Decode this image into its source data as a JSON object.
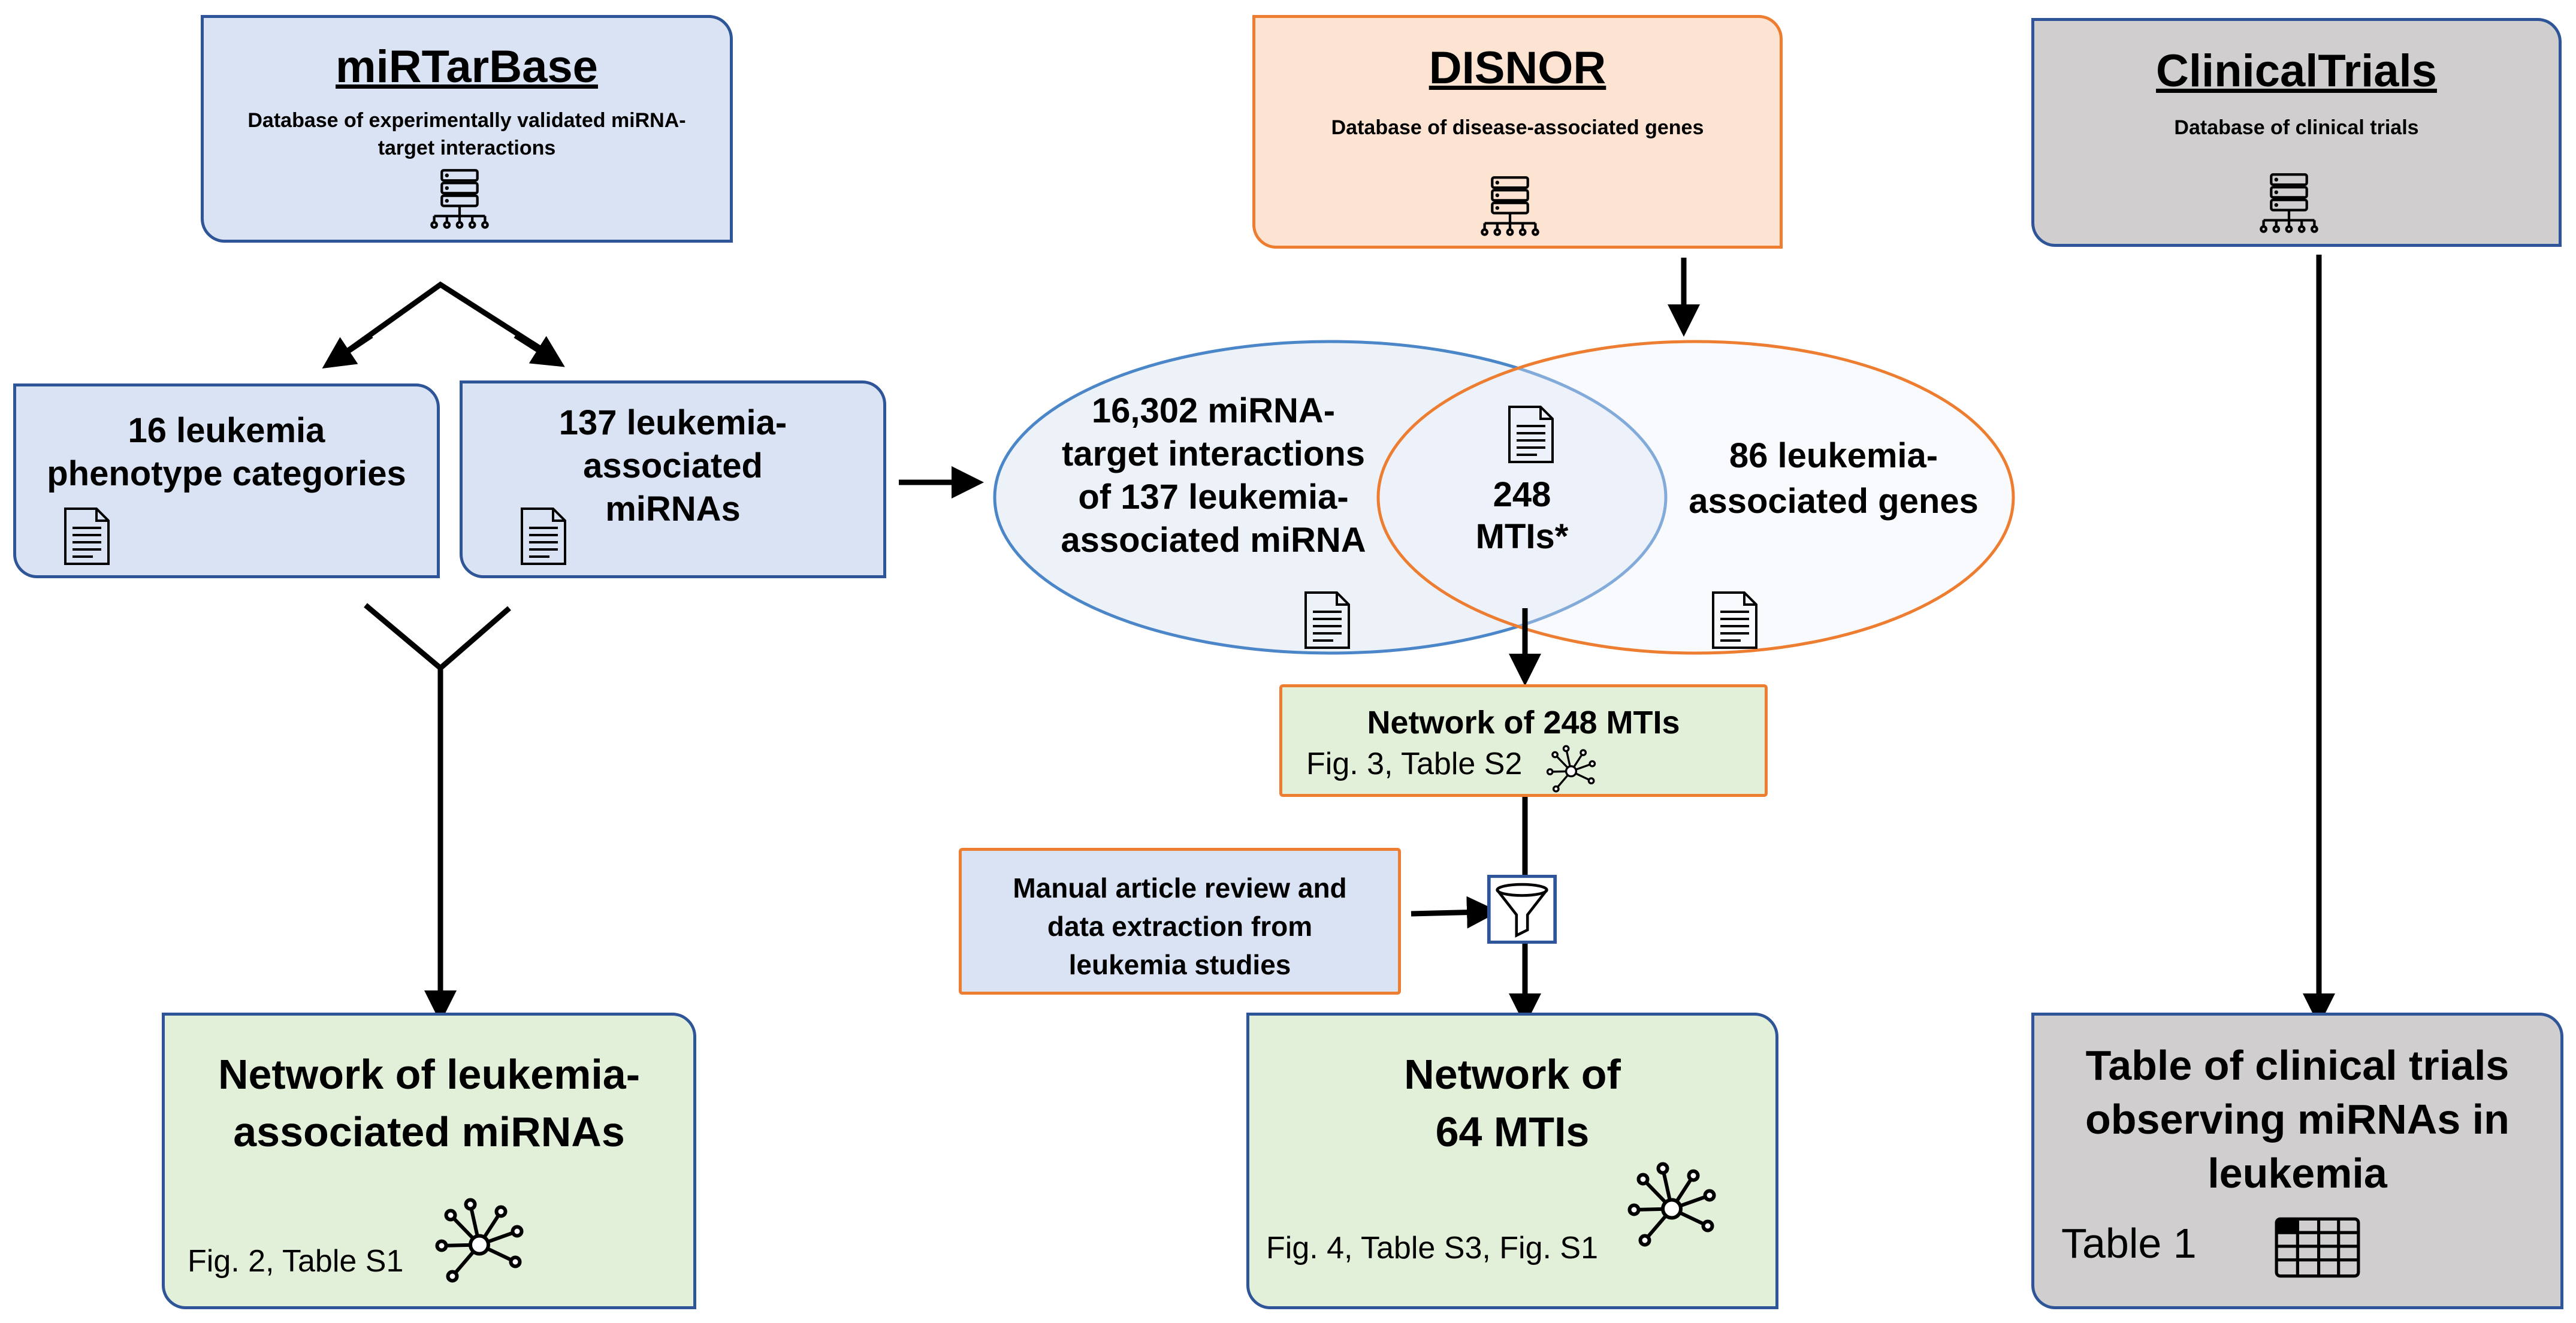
{
  "sources": {
    "mirtarbase": {
      "title": "miRTarBase",
      "subtitle_line1": "Database of experimentally validated miRNA-",
      "subtitle_line2": "target interactions"
    },
    "disnor": {
      "title": "DISNOR",
      "subtitle": "Database of disease-associated genes"
    },
    "clinicaltrials": {
      "title": "ClinicalTrials",
      "subtitle": "Database of clinical trials"
    }
  },
  "left": {
    "phenotype": {
      "line1": "16 leukemia",
      "line2": "phenotype categories"
    },
    "mirnas": {
      "line1": "137 leukemia-",
      "line2": "associated",
      "line3": "miRNAs"
    },
    "network": {
      "line1": "Network of leukemia-",
      "line2": "associated miRNAs",
      "ref": "Fig. 2, Table S1"
    }
  },
  "venn": {
    "left_text": {
      "line1": "16,302 miRNA-",
      "line2": "target interactions",
      "line3": "of 137 leukemia-",
      "line4": "associated miRNA"
    },
    "overlap": {
      "line1": "248",
      "line2": "MTIs*"
    },
    "right_text": {
      "line1": "86 leukemia-",
      "line2": "associated genes"
    }
  },
  "middle": {
    "network248": {
      "title": "Network of 248 MTIs",
      "ref": "Fig. 3, Table S2"
    },
    "review": {
      "line1": "Manual article review and",
      "line2": "data extraction from",
      "line3": "leukemia studies"
    },
    "network64": {
      "line1": "Network of",
      "line2": "64 MTIs",
      "ref": "Fig. 4, Table S3, Fig. S1"
    }
  },
  "right": {
    "table": {
      "line1": "Table of clinical trials",
      "line2": "observing miRNAs in",
      "line3": "leukemia",
      "ref": "Table 1"
    }
  },
  "colors": {
    "blue_fill": "#dae3f3",
    "blue_border": "#2e5597",
    "orange_fill": "#fde4d2",
    "orange_border": "#ed7d31",
    "gray_fill": "#d0cece",
    "green_fill": "#e2efd9",
    "venn_left": "#4a86c8",
    "venn_right": "#ed7d31"
  },
  "icons": [
    "database-icon",
    "document-icon",
    "network-icon",
    "funnel-icon",
    "table-icon"
  ]
}
